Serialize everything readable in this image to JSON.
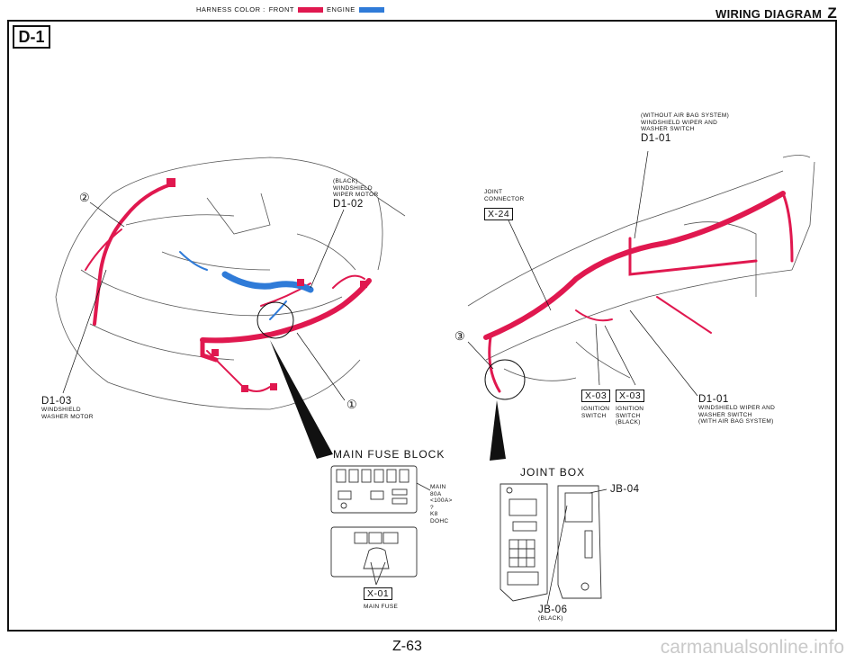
{
  "header": {
    "legend_harness": "HARNESS COLOR :",
    "legend_front": "FRONT",
    "legend_engine": "ENGINE",
    "title": "WIRING DIAGRAM",
    "title_letter": "Z"
  },
  "colors": {
    "front": "#e0184f",
    "engine": "#2f7bd8",
    "line": "#111111"
  },
  "section_id": "D-1",
  "callouts": {
    "c2": "②",
    "c1": "①",
    "c3": "③"
  },
  "labels": {
    "wiper_motor_1": "(BLACK)",
    "wiper_motor_2": "WINDSHIELD",
    "wiper_motor_3": "WIPER MOTOR",
    "wiper_motor_code": "D1-02",
    "washer_motor_code": "D1-03",
    "washer_motor_1": "WINDSHIELD",
    "washer_motor_2": "WASHER MOTOR",
    "switch_noab_1": "(WITHOUT AIR BAG SYSTEM)",
    "switch_noab_2": "WINDSHIELD WIPER AND",
    "switch_noab_3": "WASHER SWITCH",
    "switch_noab_code": "D1-01",
    "joint_conn_1": "JOINT",
    "joint_conn_2": "CONNECTOR",
    "joint_conn_code": "X-24",
    "ign1_code": "X-03",
    "ign1_1": "IGNITION",
    "ign1_2": "SWITCH",
    "ign2_code": "X-03",
    "ign2_1": "IGNITION",
    "ign2_2": "SWITCH",
    "ign2_3": "(BLACK)",
    "switch_ab_code": "D1-01",
    "switch_ab_1": "WINDSHIELD WIPER AND",
    "switch_ab_2": "WASHER SWITCH",
    "switch_ab_3": "(WITH AIR BAG SYSTEM)",
    "main_fuse_block": "MAIN FUSE BLOCK",
    "main_1": "MAIN",
    "main_2": "80A",
    "main_3": "<100A>",
    "main_4": "?",
    "main_5": "K8",
    "main_6": "DOHC",
    "main_fuse_code": "X-01",
    "main_fuse": "MAIN FUSE",
    "joint_box": "JOINT BOX",
    "jb04": "JB-04",
    "jb06": "JB-06",
    "jb06_color": "(BLACK)"
  },
  "page_number": "Z-63",
  "watermark": "carmanualsonline.info"
}
